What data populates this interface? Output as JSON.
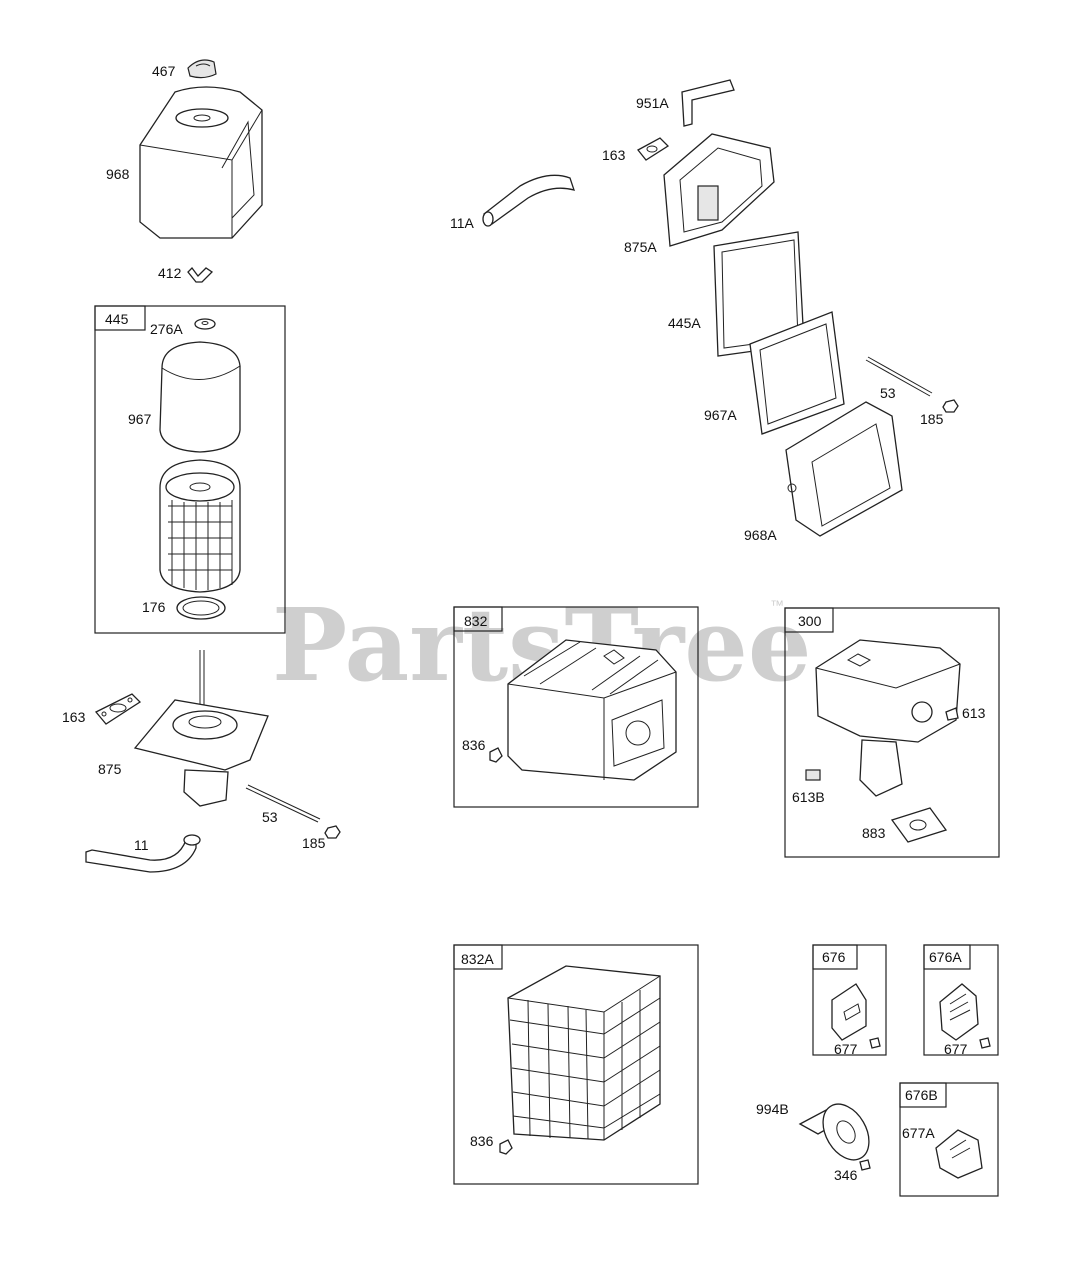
{
  "watermark": {
    "text": "PartsTree",
    "trademark": "™"
  },
  "parts": {
    "p467": "467",
    "p968": "968",
    "p412": "412",
    "p276A": "276A",
    "p967": "967",
    "p176": "176",
    "p163_left": "163",
    "p875": "875",
    "p53_left": "53",
    "p185_left": "185",
    "p11": "11",
    "p951A": "951A",
    "p163_right": "163",
    "p11A": "11A",
    "p875A": "875A",
    "p445A": "445A",
    "p53_right": "53",
    "p185_right": "185",
    "p967A": "967A",
    "p968A": "968A",
    "p836_832": "836",
    "p613": "613",
    "p613B": "613B",
    "p883": "883",
    "p836_832A": "836",
    "p677_676": "677",
    "p677_676A": "677",
    "p994B": "994B",
    "p346": "346",
    "p677A": "677A"
  },
  "kits": {
    "k445": "445",
    "k832": "832",
    "k300": "300",
    "k832A": "832A",
    "k676": "676",
    "k676A": "676A",
    "k676B": "676B"
  }
}
